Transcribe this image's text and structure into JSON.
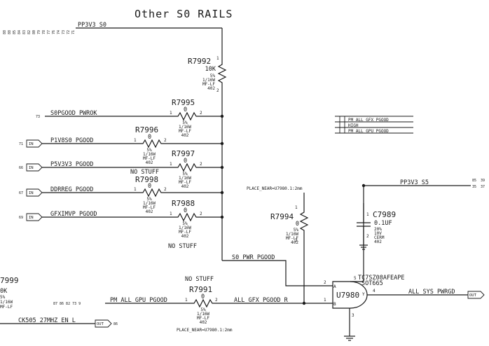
{
  "sheet": {
    "title": "Other S0 RAILS"
  },
  "nets": {
    "pp3v3_s0": "PP3V3_S0",
    "s0pgood": "S0PGOOD_PWROK",
    "p1v8": "P1V8S0_PGOOD",
    "p5v3v3": "P5V3V3_PGOOD",
    "ddrreg": "DDRREG_PGOOD",
    "gfximvp": "GFXIMVP_PGOOD",
    "s0_pwr": "S0_PWR_PGOOD",
    "pm_gpu": "PM_ALL_GPU_PGOOD",
    "all_gfx_r": "ALL_GFX_PGOOD_R",
    "all_sys": "ALL_SYS_PWRGD",
    "pp3v3_s5": "PP3V3_S5",
    "ck505": "CK505_27MHZ_EN_L",
    "box_gfx": "PM_ALL_GFX_PGOOD",
    "box_high": "HIGH",
    "box_gpu": "PM_ALL_GPU_PGOOD"
  },
  "offpage": {
    "top_left": [
      "88",
      "88",
      "85",
      "84",
      "83",
      "82",
      "80",
      "79",
      "78",
      "77",
      "76",
      "74",
      "73",
      "72",
      "71"
    ],
    "s0pgood": "73",
    "p1v8": "71",
    "p5v3v3": "66",
    "ddrreg": "67",
    "gfximvp": "69",
    "pm_gpu": "87 86 82 73 9",
    "pp3v3_s5": [
      "85",
      "39",
      "35",
      "37"
    ],
    "ck505": "86"
  },
  "ports": {
    "in": "IN",
    "out": "OUT"
  },
  "components": {
    "r7992": {
      "ref": "R7992",
      "value": "10K",
      "specs": [
        "5%",
        "1/16W",
        "MF-LF",
        "402"
      ],
      "pin1": "1",
      "pin2": "2"
    },
    "r7995": {
      "ref": "R7995",
      "value": "0",
      "specs": [
        "5%",
        "1/16W",
        "MF-LF",
        "402"
      ],
      "pin1": "1",
      "pin2": "2"
    },
    "r7996": {
      "ref": "R7996",
      "value": "0",
      "specs": [
        "5%",
        "1/16W",
        "MF-LF",
        "402"
      ],
      "pin1": "1",
      "pin2": "2"
    },
    "r7997": {
      "ref": "R7997",
      "value": "0",
      "specs": [
        "5%",
        "1/16W",
        "MF-LF",
        "402"
      ],
      "pin1": "1",
      "pin2": "2"
    },
    "r7998": {
      "ref": "R7998",
      "value": "0",
      "specs": [
        "5%",
        "1/16W",
        "MF-LF",
        "402"
      ],
      "pin1": "1",
      "pin2": "2"
    },
    "r7988": {
      "ref": "R7988",
      "value": "0",
      "specs": [
        "5%",
        "1/16W",
        "MF-LF",
        "402"
      ],
      "pin1": "1",
      "pin2": "2"
    },
    "r7994": {
      "ref": "R7994",
      "value": "0",
      "specs": [
        "5%",
        "1/16W",
        "MF-LF",
        "402"
      ],
      "pin1": "1",
      "pin2": "2"
    },
    "r7991": {
      "ref": "R7991",
      "value": "0",
      "specs": [
        "5%",
        "1/16W",
        "MF-LF",
        "402"
      ],
      "pin1": "1",
      "pin2": "2"
    },
    "c7989": {
      "ref": "C7989",
      "value": "0.1UF",
      "specs": [
        "20%",
        "10V",
        "CERM",
        "402"
      ],
      "pin1": "1",
      "pin2": "2"
    },
    "u7980": {
      "ref": "U7980",
      "part": "TC7SZ08AFEAPE",
      "package": "SOT665",
      "pin_a": "A",
      "pin_b": "B",
      "pin_y": "Y",
      "pin2": "2",
      "pin1": "1",
      "pin4": "4",
      "pin5": "5",
      "pin3": "3"
    },
    "r7999": {
      "ref_fragment": "7999",
      "value_fragment": "0K",
      "specs_fragment": [
        "5%",
        "1/16W",
        "MF-LF"
      ]
    }
  },
  "notes": {
    "no_stuff": "NO STUFF",
    "place_near": "PLACE_NEAR=U7980.1:2mm"
  }
}
